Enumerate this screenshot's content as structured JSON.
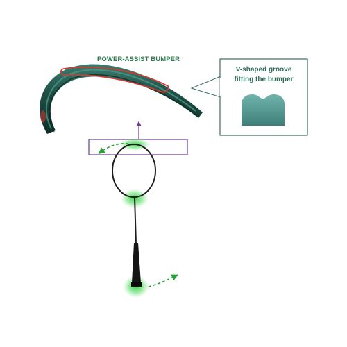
{
  "labels": {
    "bumper_title": "POWER-ASSIST BUMPER",
    "groove_line1": "V-shaped groove",
    "groove_line2": "fitting the bumper"
  },
  "colors": {
    "frame_dark": "#123d34",
    "frame_teal": "#2f6f63",
    "bumper_red": "#d23a32",
    "accent_purple": "#6a3d8f",
    "glow_green": "#3ccf4e",
    "arrow_green": "#2aa13a",
    "callout_border": "#3b6f66",
    "groove_fill": "#5c9e98",
    "title_green": "#2f7a4e"
  }
}
